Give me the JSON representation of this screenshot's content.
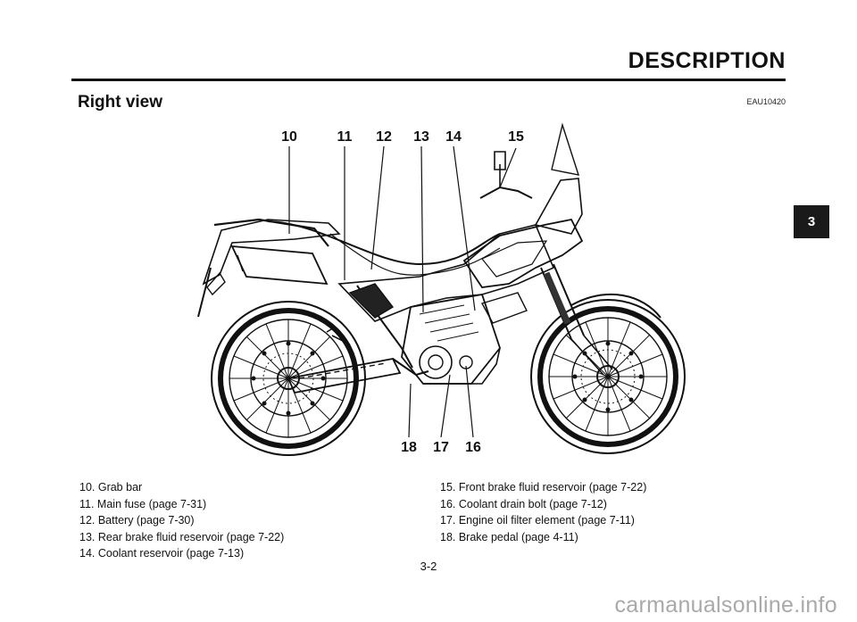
{
  "header": {
    "title": "DESCRIPTION"
  },
  "section": {
    "title": "Right view",
    "code": "EAU10420"
  },
  "chapter_tab": "3",
  "callouts": {
    "c10": "10",
    "c11": "11",
    "c12": "12",
    "c13": "13",
    "c14": "14",
    "c15": "15",
    "c16": "16",
    "c17": "17",
    "c18": "18"
  },
  "legend": {
    "left": [
      "10. Grab bar",
      "11. Main fuse (page 7-31)",
      "12. Battery (page 7-30)",
      "13. Rear brake fluid reservoir (page 7-22)",
      "14. Coolant reservoir (page 7-13)"
    ],
    "right": [
      "15. Front brake fluid reservoir (page 7-22)",
      "16. Coolant drain bolt (page 7-12)",
      "17. Engine oil filter element (page 7-11)",
      "18. Brake pedal (page 4-11)"
    ]
  },
  "page_number": "3-2",
  "watermark": "carmanualsonline.info"
}
